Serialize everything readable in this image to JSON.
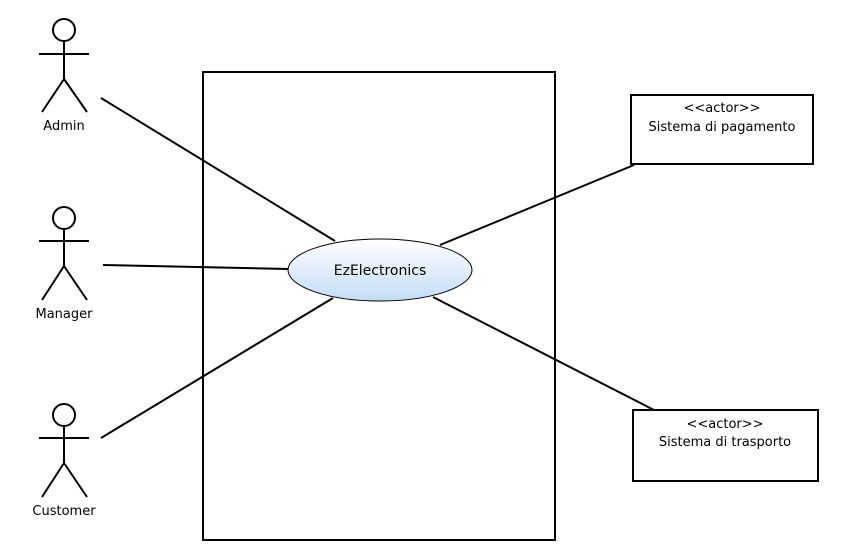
{
  "diagram": {
    "system_boundary_label": "",
    "use_case": "EzElectronics",
    "actors": [
      {
        "name": "Admin"
      },
      {
        "name": "Manager"
      },
      {
        "name": "Customer"
      }
    ],
    "external_systems": [
      {
        "stereotype": "<<actor>>",
        "name": "Sistema di pagamento"
      },
      {
        "stereotype": "<<actor>>",
        "name": "Sistema di trasporto"
      }
    ]
  }
}
